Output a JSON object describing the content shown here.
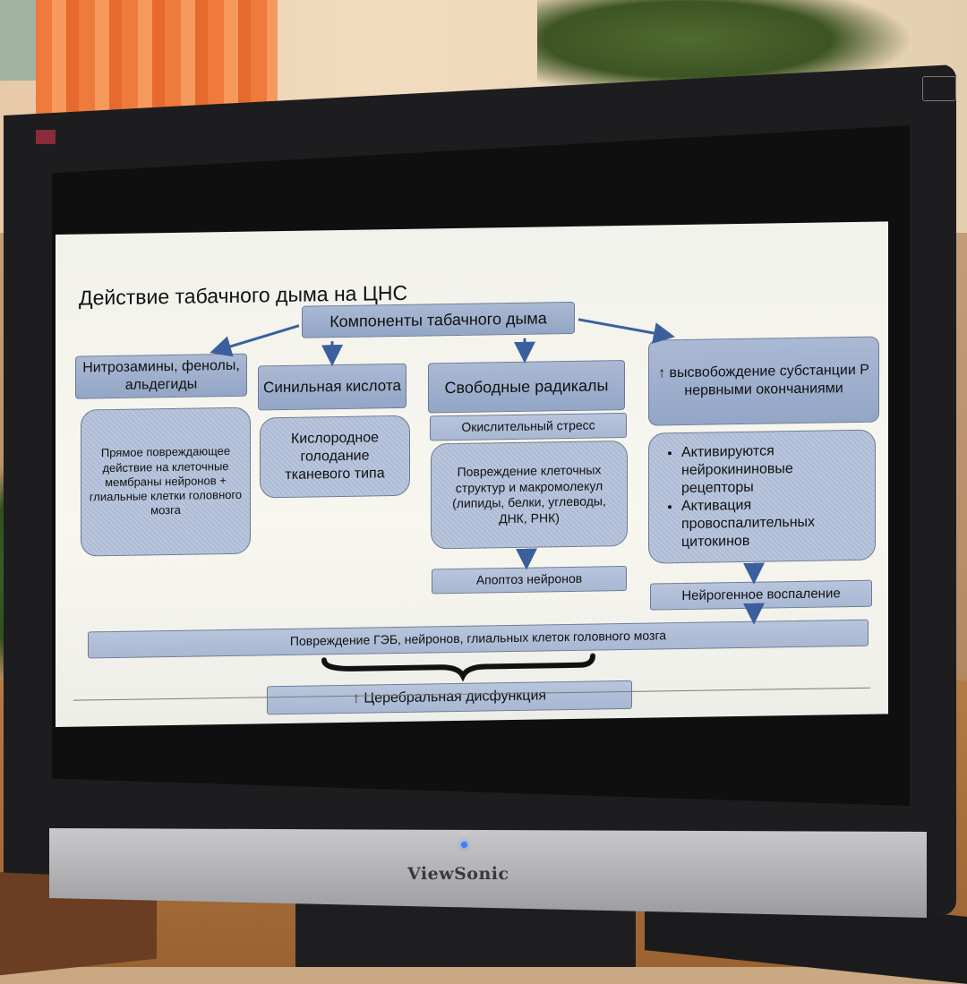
{
  "monitor": {
    "brand": "ViewSonic"
  },
  "slide": {
    "title": "Действие табачного дыма на ЦНС",
    "root": "Компоненты табачного дыма",
    "columns": [
      {
        "header": "Нитрозамины, фенолы, альдегиды",
        "body": "Прямое повреждающее действие на клеточные мембраны нейронов + глиальные клетки головного мозга"
      },
      {
        "header": "Синильная кислота",
        "body": "Кислородное голодание тканевого типа"
      },
      {
        "header": "Свободные радикалы",
        "step1": "Окислительный стресс",
        "body": "Повреждение клеточных структур и макромолекул (липиды, белки, углеводы, ДНК, РНК)",
        "step2": "Апоптоз нейронов"
      },
      {
        "header": "↑ высвобождение субстанции Р нервными окончаниями",
        "bullets": [
          "Активируются нейрокининовые рецепторы",
          "Активация провоспалительных цитокинов"
        ],
        "step2": "Нейрогенное воспаление"
      }
    ],
    "damage_bar": "Повреждение ГЭБ, нейронов, глиальных клеток головного мозга",
    "outcome": "↑ Церебральная дисфункция"
  }
}
